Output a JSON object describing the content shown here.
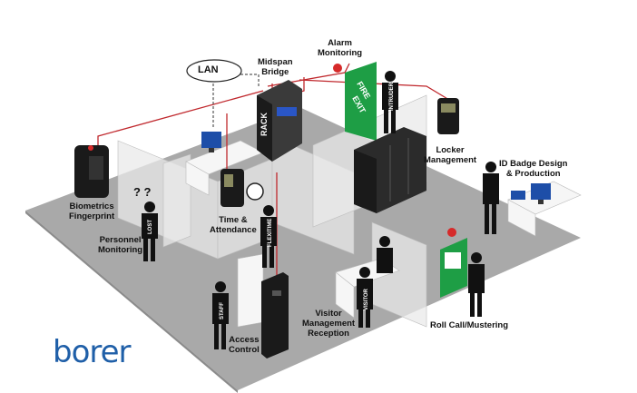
{
  "labels": {
    "lan": "LAN",
    "midspan": [
      "Midspan",
      "Bridge"
    ],
    "alarm": [
      "Alarm",
      "Monitoring"
    ],
    "locker": [
      "Locker",
      "Management"
    ],
    "badge": [
      "ID Badge Design",
      "& Production"
    ],
    "biometrics": [
      "Biometrics",
      "Fingerprint"
    ],
    "time": [
      "Time &",
      "Attendance"
    ],
    "personnel": [
      "Personnel",
      "Monitoring"
    ],
    "visitor_mgmt": [
      "Visitor",
      "Management",
      "Reception"
    ],
    "rollcall": "Roll Call/Mustering",
    "access": [
      "Access",
      "Control"
    ]
  },
  "vertical_labels": {
    "rack": "RACK",
    "fire_exit": [
      "FIRE",
      "EXIT"
    ],
    "intruder": "INTRUDER",
    "lost": "LOST",
    "flexitime": "FLEXITIME",
    "staff": "STAFF",
    "visitor": "VISITOR"
  },
  "question_marks": "? ?",
  "brand": "borer",
  "colors": {
    "floor": "#a9a9a9",
    "cable": "#c0282d",
    "exit_green": "#1e9e45",
    "brand_blue": "#1f5fa8"
  }
}
